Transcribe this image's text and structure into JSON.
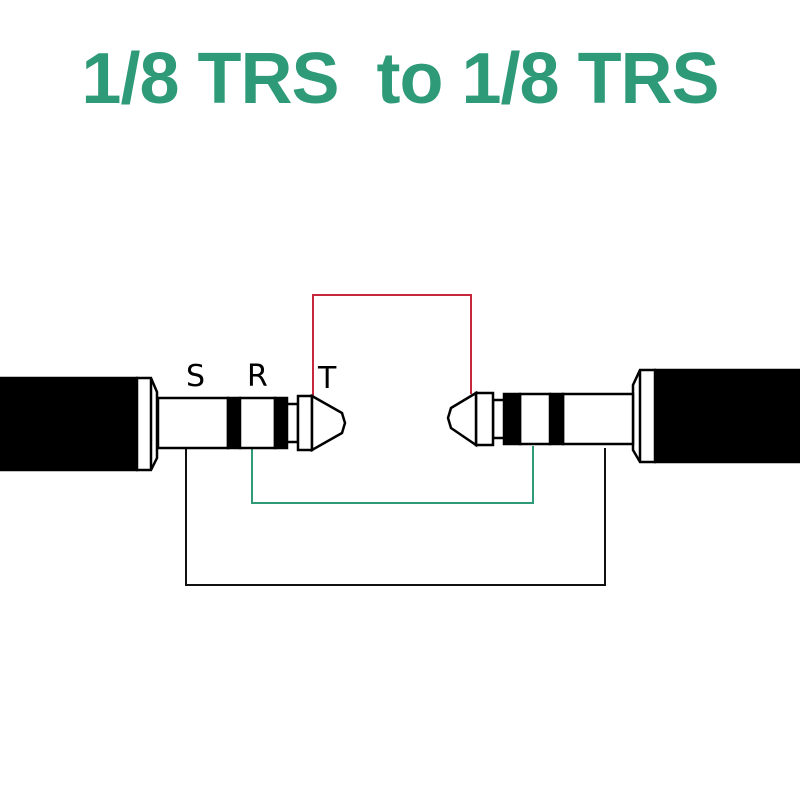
{
  "title": {
    "text": "1/8 TRS  to 1/8 TRS",
    "color": "#2e9a78"
  },
  "left_plug": {
    "labels": {
      "sleeve": "S",
      "ring": "R",
      "tip": "T"
    }
  },
  "right_plug": {
    "labels": {}
  },
  "wires": [
    {
      "name": "tip-to-tip",
      "color": "#c8283c"
    },
    {
      "name": "ring-to-ring",
      "color": "#2e9a78"
    },
    {
      "name": "sleeve-to-sleeve",
      "color": "#000000"
    }
  ]
}
